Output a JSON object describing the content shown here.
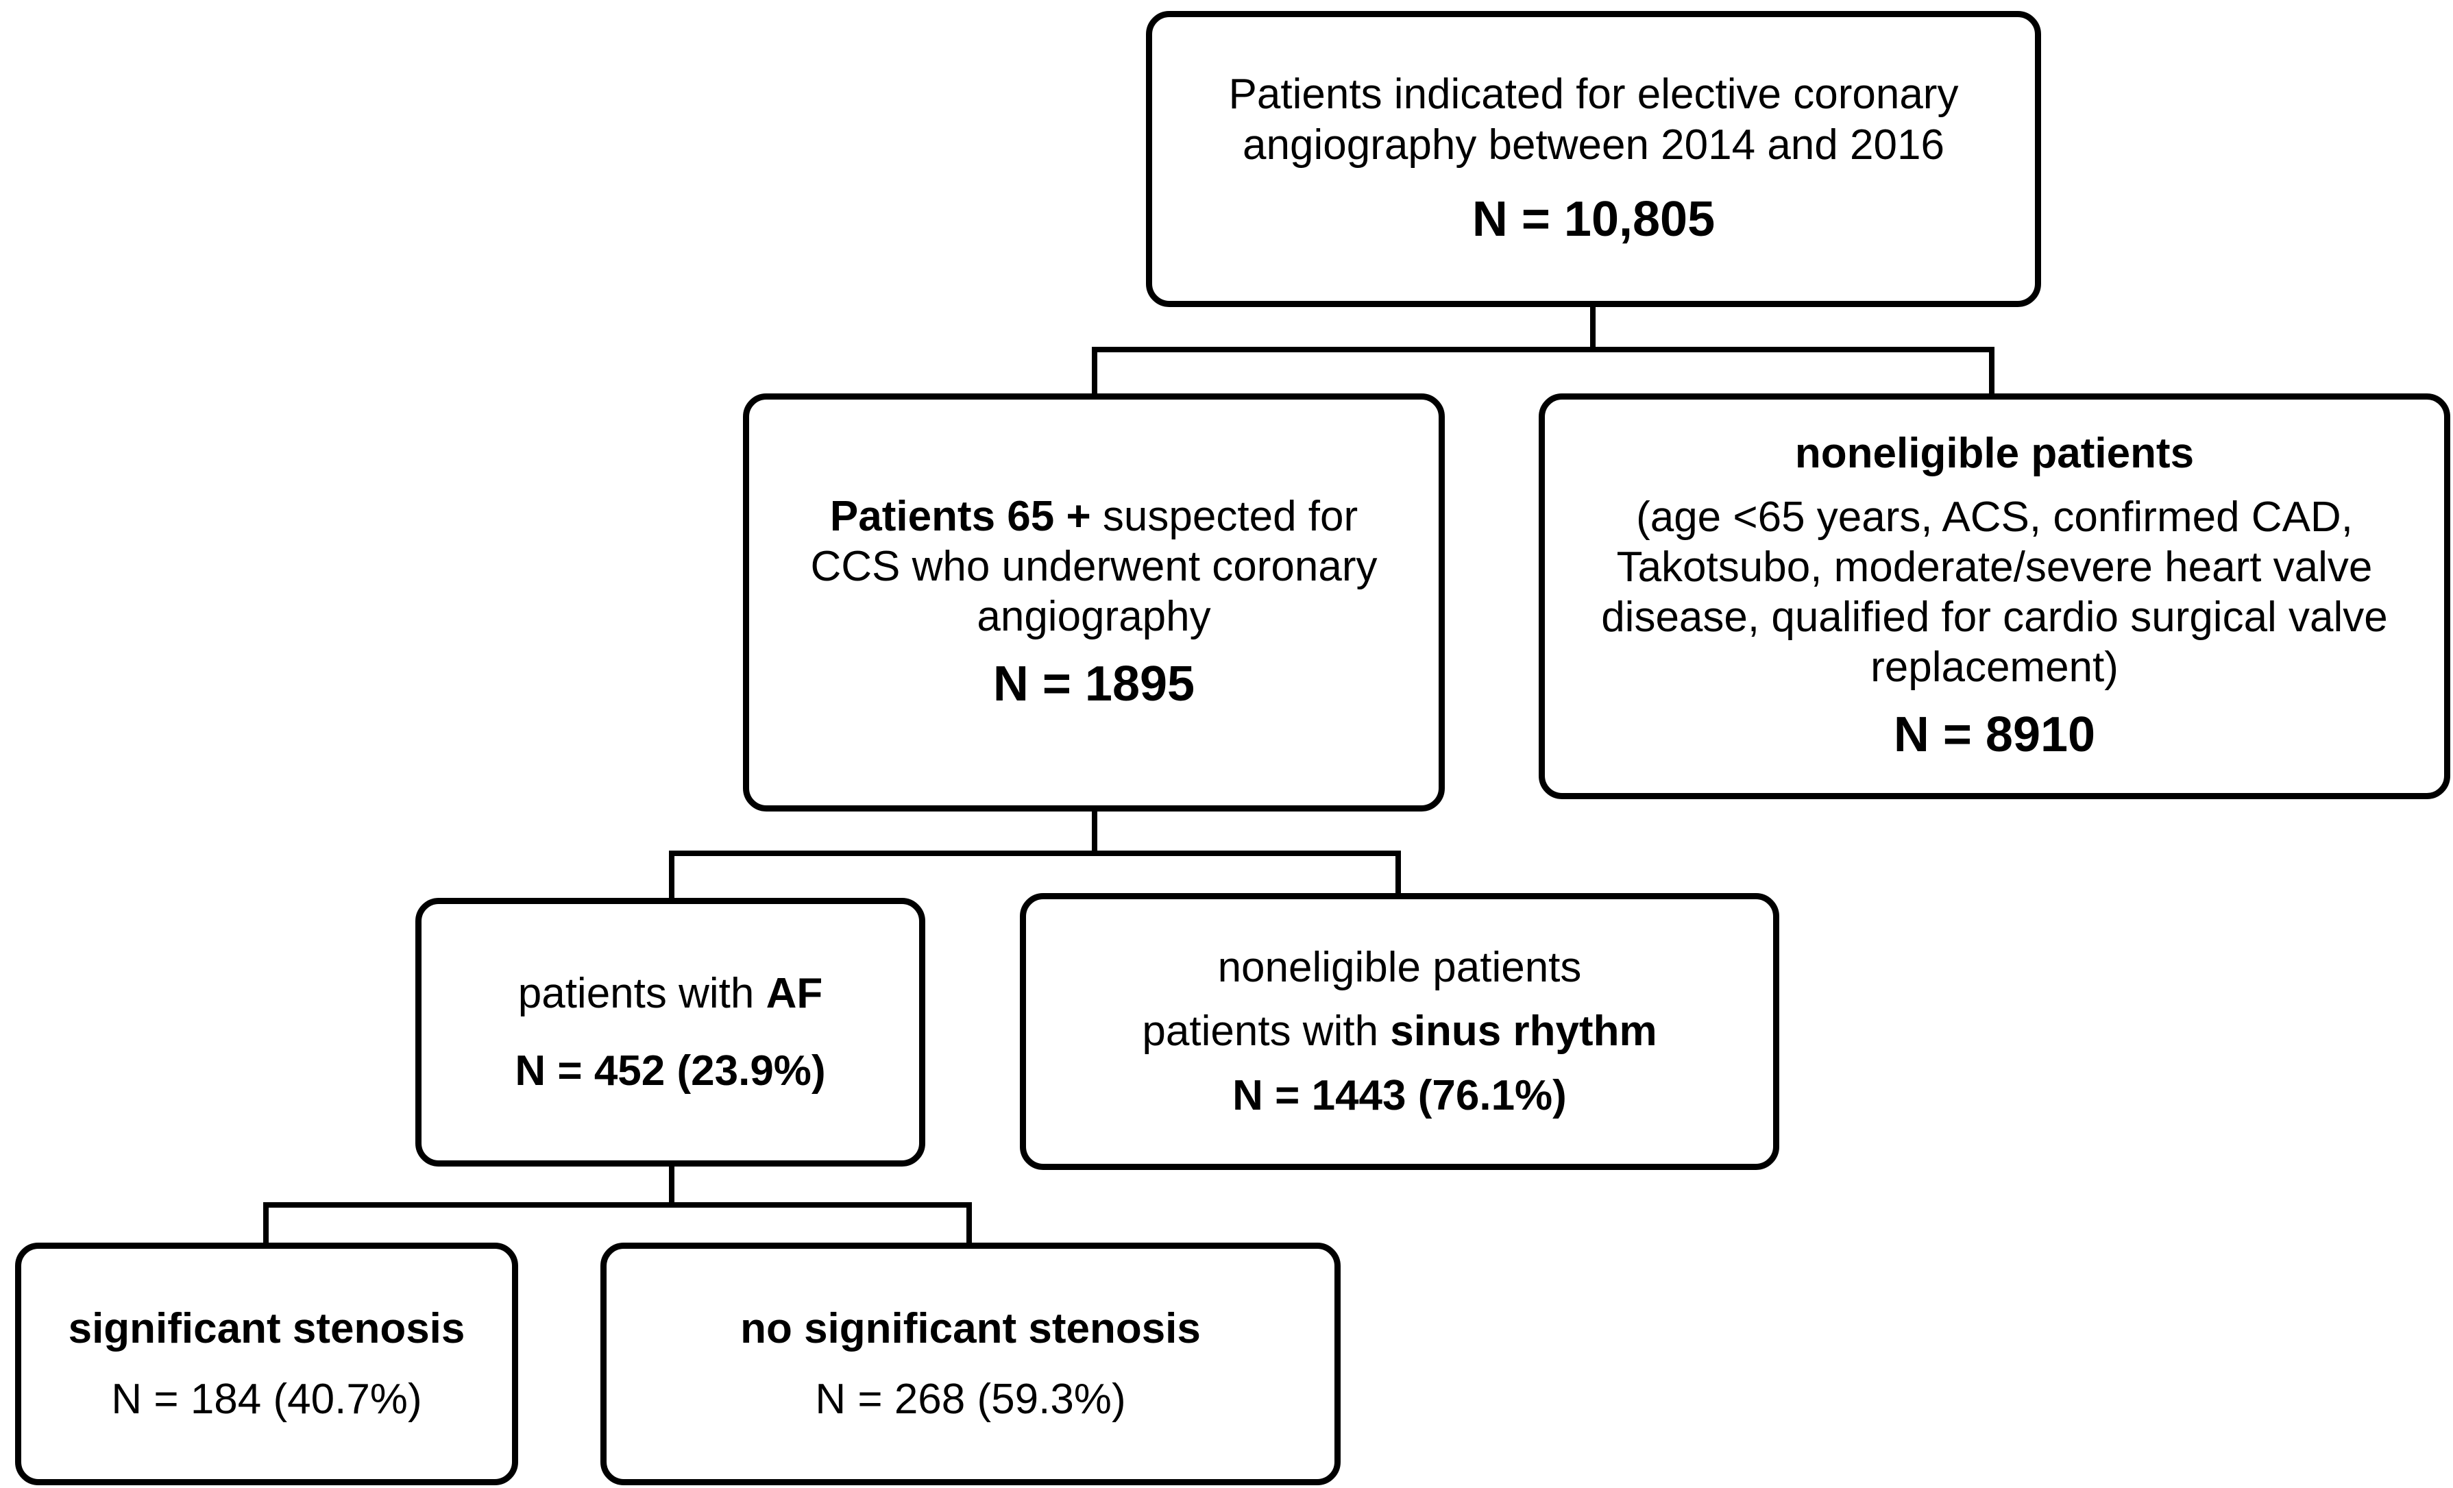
{
  "boxes": {
    "total": {
      "line1": "Patients indicated for elective coronary",
      "line2": "angiography between 2014 and 2016",
      "n": "N = 10,805"
    },
    "eligible": {
      "bold_prefix": "Patients 65 +",
      "line1_rest": " suspected for",
      "line2": "CCS who underwent coronary",
      "line3": "angiography",
      "n": "N = 1895"
    },
    "noneligible_first": {
      "title": "noneligible patients",
      "line1": "(age <65 years, ACS, confirmed CAD,",
      "line2": "Takotsubo, moderate/severe heart valve",
      "line3": "disease, qualified for cardio surgical valve",
      "line4": "replacement)",
      "n": "N = 8910"
    },
    "af": {
      "prefix": "patients with ",
      "bold": "AF",
      "n": "N = 452 (23.9%)"
    },
    "sinus": {
      "line1": "noneligible patients",
      "prefix": "patients with ",
      "bold": "sinus rhythm",
      "n": "N = 1443 (76.1%)"
    },
    "significant": {
      "title": "significant stenosis",
      "n": "N = 184 (40.7%)"
    },
    "no_significant": {
      "title": "no significant stenosis",
      "n": "N = 268 (59.3%)"
    }
  }
}
